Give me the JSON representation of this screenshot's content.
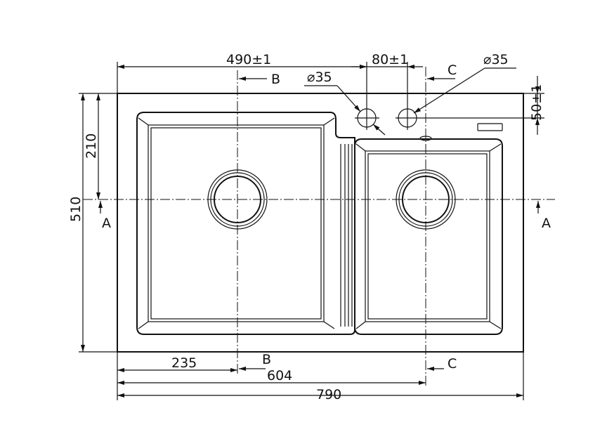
{
  "drawing": {
    "title": "Double bowl sink top view",
    "dimensions": {
      "tap_offset": "490±1",
      "tap_spacing": "80±1",
      "tap_hole_left": "⌀35",
      "tap_hole_right": "⌀35",
      "tap_edge_offset": "50±1",
      "bowl_center_depth": "210",
      "overall_depth": "510",
      "left_drain_offset": "235",
      "right_drain_offset": "604",
      "overall_width": "790"
    },
    "sections": {
      "a_left": "A",
      "a_right": "A",
      "b_top": "B",
      "b_bottom": "B",
      "c_top": "C",
      "c_bottom": "C"
    }
  }
}
